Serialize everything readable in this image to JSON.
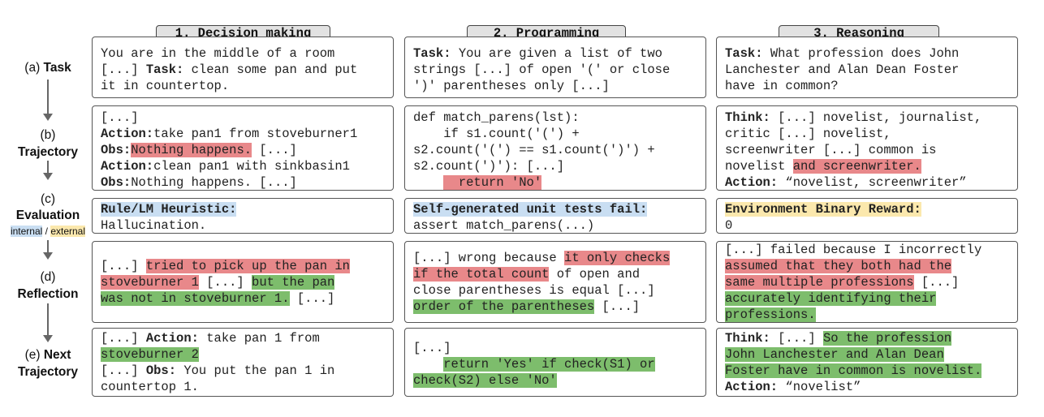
{
  "columns": [
    {
      "header": "1. Decision making",
      "task": [
        [
          {
            "t": "You are in the middle of a room"
          }
        ],
        [
          {
            "t": "[...] "
          },
          {
            "t": "Task:",
            "b": true
          },
          {
            "t": " clean some pan and put"
          }
        ],
        [
          {
            "t": "it in countertop."
          }
        ]
      ],
      "trajectory": [
        [
          {
            "t": "[...]"
          }
        ],
        [
          {
            "t": "Action:",
            "b": true
          },
          {
            "t": "take pan1 from stoveburner1"
          }
        ],
        [
          {
            "t": "Obs:",
            "b": true
          },
          {
            "t": "Nothing happens.",
            "hl": "red"
          },
          {
            "t": " [...]"
          }
        ],
        [
          {
            "t": "Action:",
            "b": true
          },
          {
            "t": "clean pan1 with sinkbasin1"
          }
        ],
        [
          {
            "t": "Obs:",
            "b": true
          },
          {
            "t": "Nothing happens. [...]"
          }
        ]
      ],
      "evaluation": [
        [
          {
            "t": "Rule/LM Heuristic:",
            "b": true,
            "hl": "blue"
          }
        ],
        [
          {
            "t": "Hallucination."
          }
        ]
      ],
      "reflection": [
        [
          {
            "t": "[...] "
          },
          {
            "t": "tried to pick up the pan in",
            "hl": "red"
          }
        ],
        [
          {
            "t": "stoveburner 1",
            "hl": "red"
          },
          {
            "t": " [...] "
          },
          {
            "t": "but the pan",
            "hl": "green"
          }
        ],
        [
          {
            "t": "was not in stoveburner 1.",
            "hl": "green"
          },
          {
            "t": " [...]"
          }
        ]
      ],
      "next": [
        [
          {
            "t": "[...] "
          },
          {
            "t": "Action:",
            "b": true
          },
          {
            "t": " take pan 1 from"
          }
        ],
        [
          {
            "t": "stoveburner 2",
            "hl": "green"
          }
        ],
        [
          {
            "t": "[...] "
          },
          {
            "t": "Obs:",
            "b": true
          },
          {
            "t": " You put the pan 1 in"
          }
        ],
        [
          {
            "t": "countertop 1."
          }
        ]
      ]
    },
    {
      "header": "2. Programming",
      "task": [
        [
          {
            "t": "Task:",
            "b": true
          },
          {
            "t": " You are given a list of two"
          }
        ],
        [
          {
            "t": "strings [...] of open '(' or close"
          }
        ],
        [
          {
            "t": "')' parentheses only [...]"
          }
        ]
      ],
      "trajectory": [
        [
          {
            "t": "def match_parens(lst):"
          }
        ],
        [
          {
            "t": "    if s1.count('(') +"
          }
        ],
        [
          {
            "t": "s2.count('(') == s1.count(')') +"
          }
        ],
        [
          {
            "t": "s2.count(')'): [...]"
          }
        ],
        [
          {
            "t": "    "
          },
          {
            "t": "  return 'No'",
            "hl": "red"
          }
        ]
      ],
      "evaluation": [
        [
          {
            "t": "Self-generated unit tests fail:",
            "b": true,
            "hl": "blue"
          }
        ],
        [
          {
            "t": "assert match_parens(...)"
          }
        ]
      ],
      "reflection": [
        [
          {
            "t": "[...] wrong because "
          },
          {
            "t": "it only checks",
            "hl": "red"
          }
        ],
        [
          {
            "t": "if the total count",
            "hl": "red"
          },
          {
            "t": " of open and"
          }
        ],
        [
          {
            "t": "close parentheses is equal [...]"
          }
        ],
        [
          {
            "t": "order of the parentheses",
            "hl": "green"
          },
          {
            "t": " [...]"
          }
        ]
      ],
      "next": [
        [
          {
            "t": "[...]"
          }
        ],
        [
          {
            "t": "    "
          },
          {
            "t": "return 'Yes' if check(S1) or",
            "hl": "green"
          }
        ],
        [
          {
            "t": "check(S2) else 'No'",
            "hl": "green"
          }
        ]
      ]
    },
    {
      "header": "3. Reasoning",
      "task": [
        [
          {
            "t": "Task:",
            "b": true
          },
          {
            "t": " What profession does John"
          }
        ],
        [
          {
            "t": "Lanchester and Alan Dean Foster"
          }
        ],
        [
          {
            "t": "have in common?"
          }
        ]
      ],
      "trajectory": [
        [
          {
            "t": "Think:",
            "b": true
          },
          {
            "t": " [...] novelist, journalist,"
          }
        ],
        [
          {
            "t": "critic [...] novelist,"
          }
        ],
        [
          {
            "t": "screenwriter [...] common is"
          }
        ],
        [
          {
            "t": "novelist "
          },
          {
            "t": "and screenwriter.",
            "hl": "red"
          }
        ],
        [
          {
            "t": "Action:",
            "b": true
          },
          {
            "t": " “novelist, screenwriter”"
          }
        ]
      ],
      "evaluation": [
        [
          {
            "t": "Environment Binary Reward:",
            "b": true,
            "hl": "yellow"
          }
        ],
        [
          {
            "t": "0"
          }
        ]
      ],
      "reflection": [
        [
          {
            "t": "[...] failed because I incorrectly"
          }
        ],
        [
          {
            "t": "assumed that they both had the",
            "hl": "red"
          }
        ],
        [
          {
            "t": "same multiple professions",
            "hl": "red"
          },
          {
            "t": " [...]"
          }
        ],
        [
          {
            "t": "accurately identifying their",
            "hl": "green"
          }
        ],
        [
          {
            "t": "professions.",
            "hl": "green"
          }
        ]
      ],
      "next": [
        [
          {
            "t": "Think:",
            "b": true
          },
          {
            "t": " [...] "
          },
          {
            "t": "So the profession",
            "hl": "green"
          }
        ],
        [
          {
            "t": "John Lanchester and Alan Dean",
            "hl": "green"
          }
        ],
        [
          {
            "t": "Foster have in common is novelist.",
            "hl": "green"
          }
        ],
        [
          {
            "t": "Action:",
            "b": true
          },
          {
            "t": " “novelist”"
          }
        ]
      ]
    }
  ],
  "row_labels": {
    "task": {
      "prefix": "(a) ",
      "name": "Task"
    },
    "trajectory": {
      "prefix": "(b)",
      "name": "Trajectory"
    },
    "evaluation": {
      "prefix": "(c)",
      "name": "Evaluation",
      "internal": "internal",
      "sep": " / ",
      "external": "external"
    },
    "reflection": {
      "prefix": "(d)",
      "name": "Reflection"
    },
    "next": {
      "prefix": "(e) ",
      "name1": "Next",
      "name2": "Trajectory"
    }
  },
  "colors": {
    "failure_highlight": "#e8888a",
    "success_highlight": "#7dbd6c",
    "internal_eval": "#c9def2",
    "external_eval": "#fbe8ad",
    "header_fill": "#e2e2e2"
  }
}
